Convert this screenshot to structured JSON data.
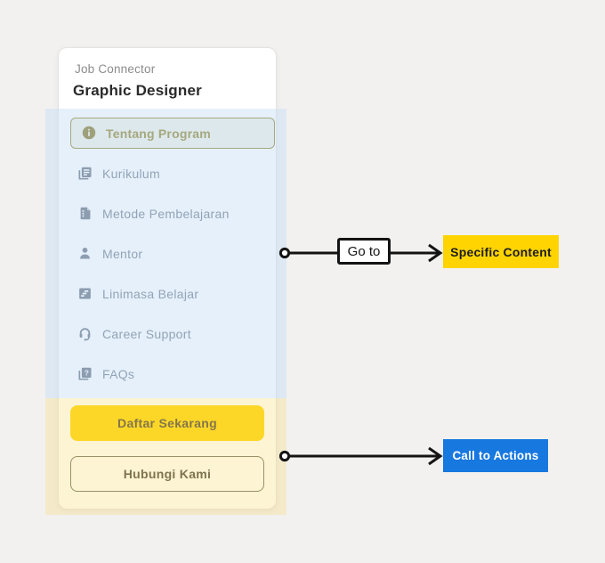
{
  "card": {
    "eyebrow": "Job Connector",
    "title": "Graphic Designer",
    "nav": {
      "active_item": {
        "label": "Tentang Program",
        "icon": "info-icon"
      },
      "items": [
        {
          "label": "Kurikulum",
          "icon": "library-books-icon"
        },
        {
          "label": "Metode Pembelajaran",
          "icon": "document-icon"
        },
        {
          "label": "Mentor",
          "icon": "person-icon"
        },
        {
          "label": "Linimasa Belajar",
          "icon": "timeline-icon"
        },
        {
          "label": "Career Support",
          "icon": "headset-icon"
        },
        {
          "label": "FAQs",
          "icon": "question-box-icon"
        }
      ]
    },
    "cta": {
      "primary_label": "Daftar Sekarang",
      "secondary_label": "Hubungi Kami"
    }
  },
  "annotations": {
    "goto_label": "Go to",
    "specific_content_label": "Specific Content",
    "call_to_actions_label": "Call to Actions"
  },
  "colors": {
    "accent_yellow": "#ffd400",
    "accent_blue": "#1778e0",
    "active_olive": "#8a7a1b",
    "nav_gray": "#66717f",
    "overlay_blue": "rgba(198,222,246,0.46)",
    "overlay_yellow": "rgba(248,222,120,0.32)",
    "page_background": "#f2f1f0"
  }
}
